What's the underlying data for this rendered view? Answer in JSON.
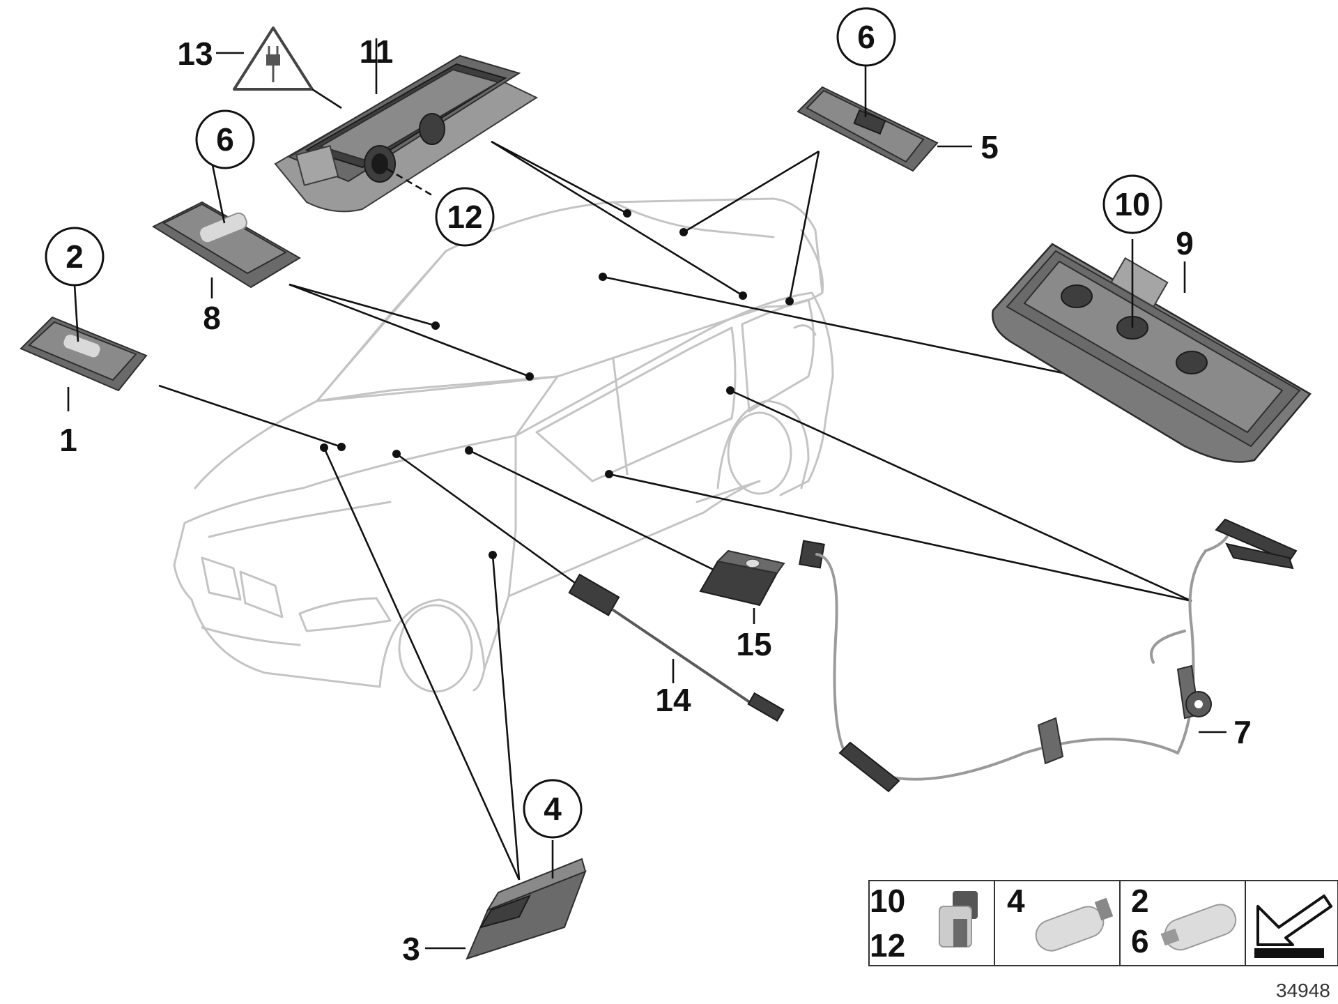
{
  "callouts": {
    "c1": "1",
    "c2": "2",
    "c3": "3",
    "c4": "4",
    "c5": "5",
    "c6a": "6",
    "c6b": "6",
    "c7": "7",
    "c8": "8",
    "c9": "9",
    "c10": "10",
    "c11": "11",
    "c12": "12",
    "c13": "13",
    "c14": "14",
    "c15": "15"
  },
  "legend": {
    "cell1_top": "10",
    "cell1_bottom": "12",
    "cell2_top": "4",
    "cell3_top": "2",
    "cell3_bottom": "6"
  },
  "reference_number": "34948",
  "icons": {
    "warning": "electrical-plug-warning-icon",
    "direction": "direction-arrow-icon"
  },
  "colors": {
    "callout": "#111111",
    "car_outline": "#c4c4c4",
    "part_gray": "#6a6a6a"
  }
}
